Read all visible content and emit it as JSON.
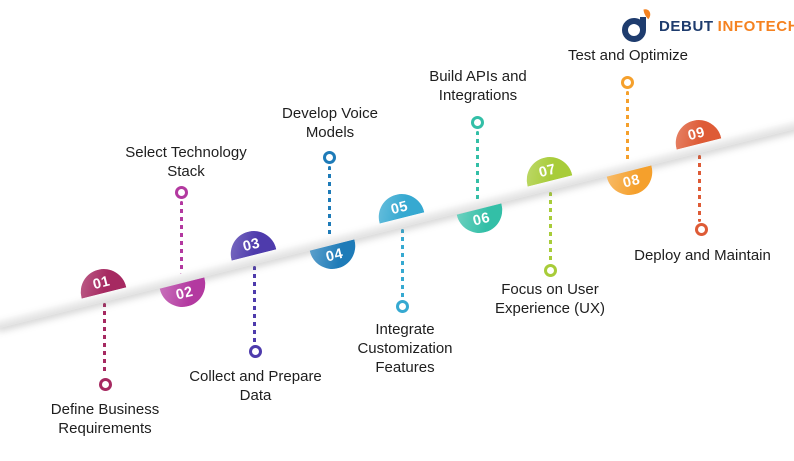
{
  "brand": {
    "logo_icon": "debut-d-icon",
    "name_primary": "DEBUT",
    "name_secondary": "INFOTECH",
    "color_navy": "#1E3C6E",
    "color_orange": "#F58220"
  },
  "timeline": {
    "type": "diagonal-step-timeline",
    "line_color": "#ECECEC",
    "steps": [
      {
        "number": "01",
        "label": "Define Business Requirements",
        "color": "#A62961",
        "label_position": "below"
      },
      {
        "number": "02",
        "label": "Select Technology Stack",
        "color": "#B339A0",
        "label_position": "above"
      },
      {
        "number": "03",
        "label": "Collect and Prepare Data",
        "color": "#4E3BAC",
        "label_position": "below"
      },
      {
        "number": "04",
        "label": "Develop Voice Models",
        "color": "#1E7BB8",
        "label_position": "above"
      },
      {
        "number": "05",
        "label": "Integrate Customization Features",
        "color": "#36A9D1",
        "label_position": "below"
      },
      {
        "number": "06",
        "label": "Build APIs and Integrations",
        "color": "#33BFA7",
        "label_position": "above"
      },
      {
        "number": "07",
        "label": "Focus on User Experience (UX)",
        "color": "#A8CC39",
        "label_position": "below"
      },
      {
        "number": "08",
        "label": "Test and Optimize",
        "color": "#F5A02C",
        "label_position": "above"
      },
      {
        "number": "09",
        "label": "Deploy and Maintain",
        "color": "#DE5B36",
        "label_position": "below"
      }
    ]
  }
}
